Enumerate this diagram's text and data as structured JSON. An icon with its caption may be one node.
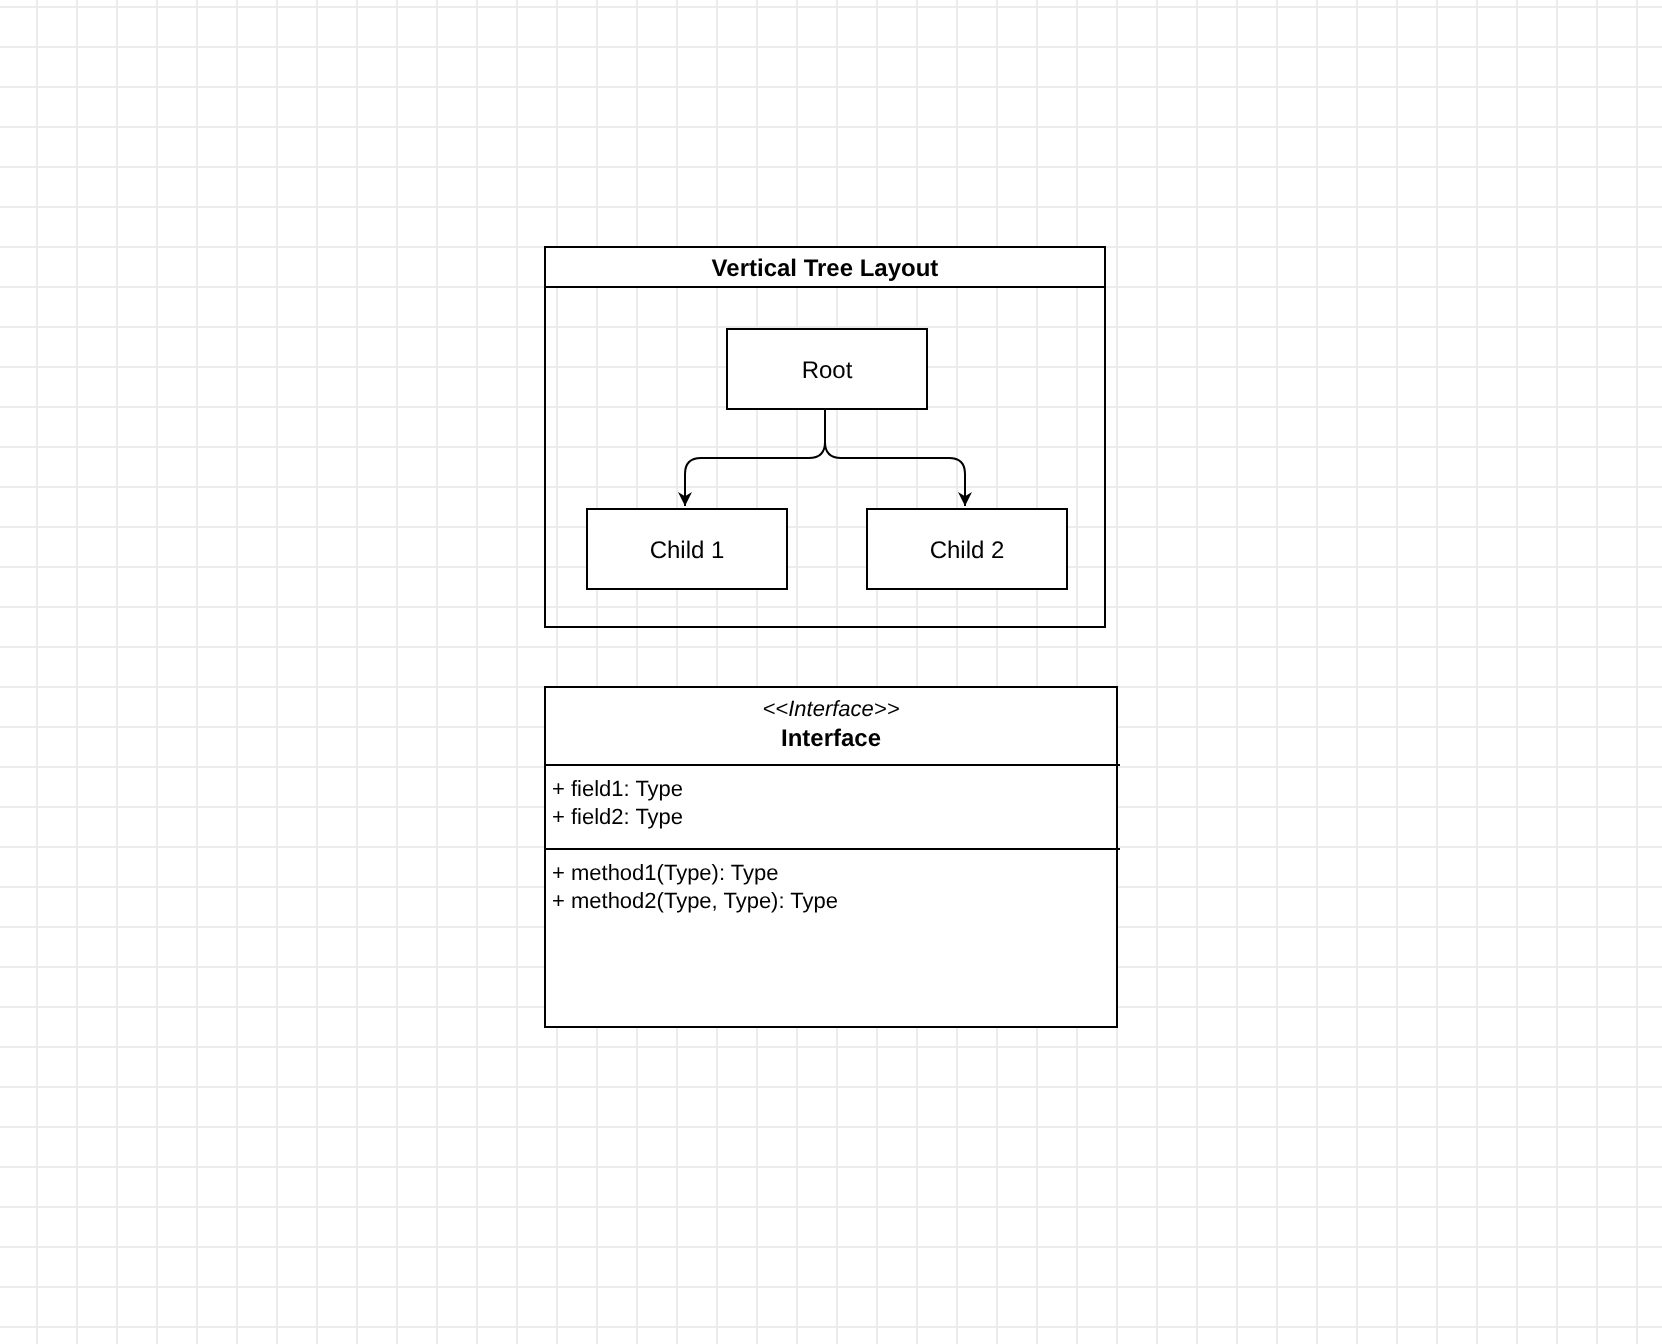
{
  "diagram": {
    "nodes": [
      {
        "text": [
          "Vertical Tree Layout"
        ]
      },
      {
        "text": [
          "Root"
        ],
        "in": 0
      },
      {
        "text": [
          "Child 1"
        ],
        "in": 0
      },
      {
        "text": [
          "Child 2"
        ],
        "in": 0
      },
      {
        "text": [
          "<<Interface>>",
          "Interface"
        ]
      },
      {
        "text": [
          "+ field1: Type",
          "+ field2: Type"
        ],
        "in": 4
      },
      {
        "text": [
          "+ method1(Type): Type",
          "+ method2(Type, Type): Type"
        ],
        "in": 4
      }
    ],
    "edges": [
      {
        "from": 1,
        "to": 2,
        "arrow": "to"
      },
      {
        "from": 1,
        "to": 3,
        "arrow": "to"
      }
    ]
  }
}
